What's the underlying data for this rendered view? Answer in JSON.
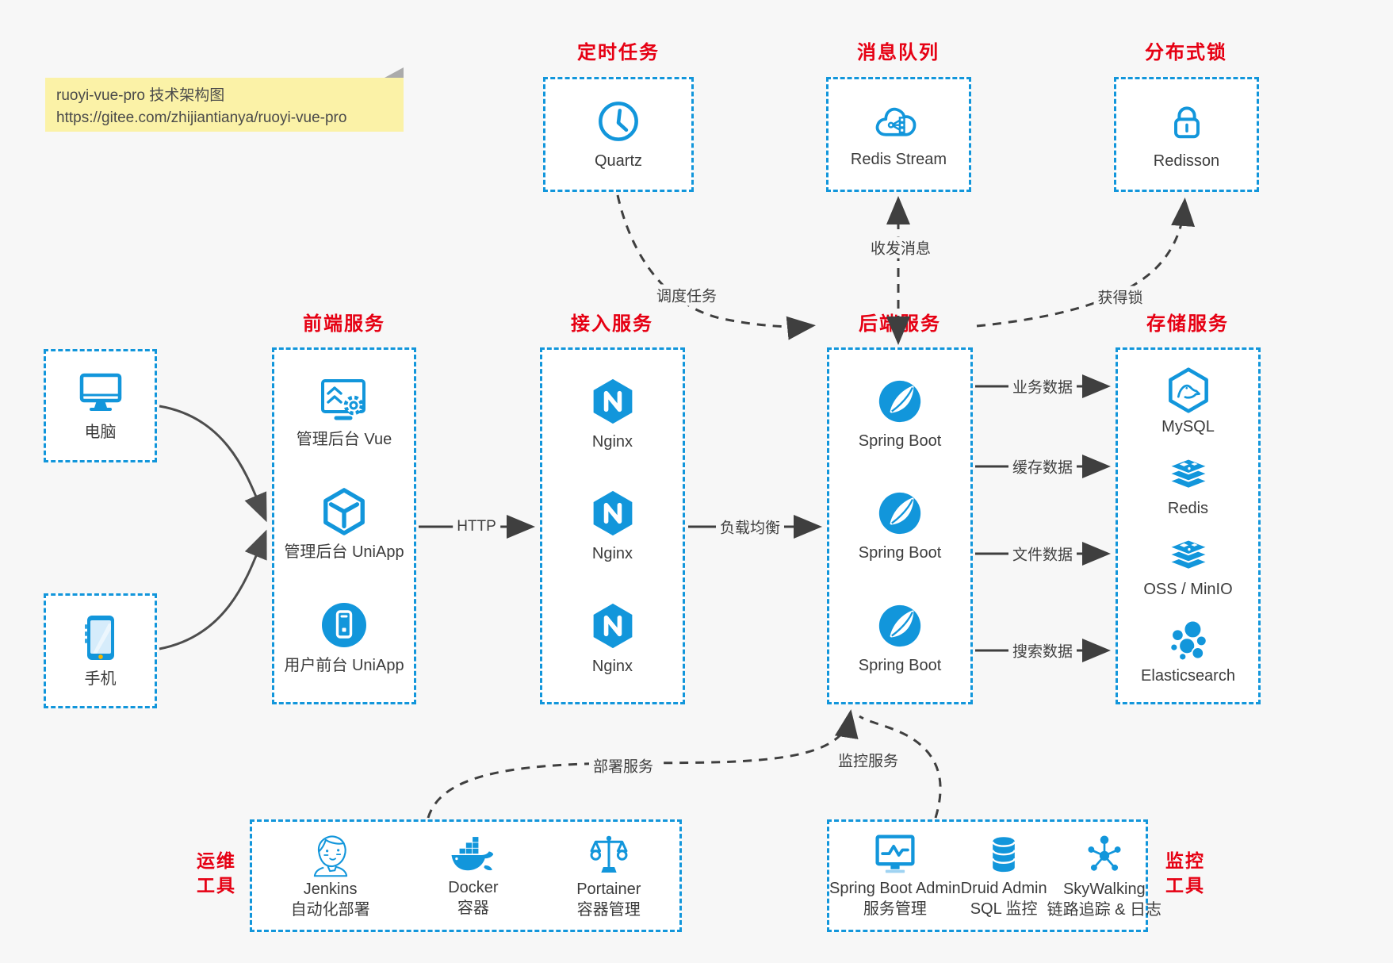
{
  "colors": {
    "background": "#f7f7f7",
    "box_background": "#ffffff",
    "accent_blue": "#1296db",
    "title_red": "#e60013",
    "arrow_grey": "#3f3f3f",
    "note_yellow": "#fbf2a7"
  },
  "note": {
    "line1": "ruoyi-vue-pro 技术架构图",
    "line2": "https://gitee.com/zhijiantianya/ruoyi-vue-pro"
  },
  "top_row": [
    {
      "title": "定时任务",
      "icon": "clock-icon",
      "label": "Quartz"
    },
    {
      "title": "消息队列",
      "icon": "cloud-stream-icon",
      "label": "Redis Stream"
    },
    {
      "title": "分布式锁",
      "icon": "lock-icon",
      "label": "Redisson"
    }
  ],
  "clients": [
    {
      "icon": "desktop-icon",
      "label": "电脑"
    },
    {
      "icon": "phone-icon",
      "label": "手机"
    }
  ],
  "columns": {
    "frontend": {
      "title": "前端服务",
      "items": [
        {
          "icon": "admin-vue-icon",
          "label": "管理后台 Vue"
        },
        {
          "icon": "uniapp-cube-icon",
          "label": "管理后台 UniApp"
        },
        {
          "icon": "user-app-icon",
          "label": "用户前台 UniApp"
        }
      ]
    },
    "gateway": {
      "title": "接入服务",
      "items": [
        {
          "icon": "nginx-icon",
          "label": "Nginx"
        },
        {
          "icon": "nginx-icon",
          "label": "Nginx"
        },
        {
          "icon": "nginx-icon",
          "label": "Nginx"
        }
      ]
    },
    "backend": {
      "title": "后端服务",
      "items": [
        {
          "icon": "spring-boot-icon",
          "label": "Spring Boot"
        },
        {
          "icon": "spring-boot-icon",
          "label": "Spring Boot"
        },
        {
          "icon": "spring-boot-icon",
          "label": "Spring Boot"
        }
      ]
    },
    "storage": {
      "title": "存储服务",
      "items": [
        {
          "icon": "mysql-icon",
          "label": "MySQL"
        },
        {
          "icon": "redis-icon",
          "label": "Redis"
        },
        {
          "icon": "oss-icon",
          "label": "OSS / MinIO"
        },
        {
          "icon": "elasticsearch-icon",
          "label": "Elasticsearch"
        }
      ]
    }
  },
  "bottom_row": {
    "ops": {
      "side_label_line1": "运维",
      "side_label_line2": "工具",
      "items": [
        {
          "icon": "jenkins-icon",
          "name": "Jenkins",
          "desc": "自动化部署"
        },
        {
          "icon": "docker-icon",
          "name": "Docker",
          "desc": "容器"
        },
        {
          "icon": "portainer-icon",
          "name": "Portainer",
          "desc": "容器管理"
        }
      ]
    },
    "monitoring": {
      "side_label_line1": "监控",
      "side_label_line2": "工具",
      "items": [
        {
          "icon": "spring-boot-admin-icon",
          "name": "Spring Boot Admin",
          "desc": "服务管理"
        },
        {
          "icon": "druid-icon",
          "name": "Druid Admin",
          "desc": "SQL 监控"
        },
        {
          "icon": "skywalking-icon",
          "name": "SkyWalking",
          "desc": "链路追踪 & 日志"
        }
      ]
    }
  },
  "edges": {
    "http": "HTTP",
    "load_balance": "负载均衡",
    "business_data": "业务数据",
    "cache_data": "缓存数据",
    "file_data": "文件数据",
    "search_data": "搜索数据",
    "schedule_task": "调度任务",
    "send_receive_message": "收发消息",
    "acquire_lock": "获得锁",
    "deploy_service": "部署服务",
    "monitor_service": "监控服务"
  }
}
